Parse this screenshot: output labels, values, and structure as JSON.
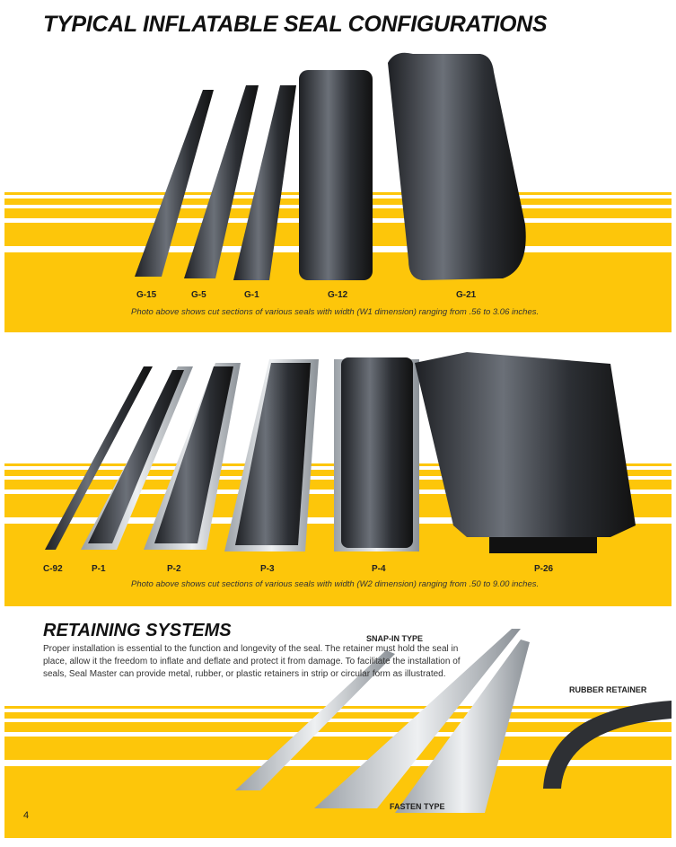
{
  "title": "TYPICAL INFLATABLE SEAL CONFIGURATIONS",
  "section_g": {
    "labels": [
      "G-15",
      "G-5",
      "G-1",
      "G-12",
      "G-21"
    ],
    "caption": "Photo above shows cut sections of various seals with width (W1 dimension) ranging from .56 to 3.06 inches."
  },
  "section_p": {
    "labels": [
      "C-92",
      "P-1",
      "P-2",
      "P-3",
      "P-4",
      "P-26"
    ],
    "caption": "Photo above shows cut sections of various seals with width (W2 dimension) ranging from .50 to 9.00 inches."
  },
  "retaining": {
    "heading": "RETAINING SYSTEMS",
    "body": "Proper installation is essential to the function and longevity of the seal. The retainer must hold the seal in place, allow it the freedom to inflate and deflate and protect it from damage. To facilitate the installation of seals, Seal Master can provide metal, rubber, or plastic retainers in strip or circular form as illustrated.",
    "snap_in": "SNAP-IN TYPE",
    "fasten": "FASTEN TYPE",
    "rubber": "RUBBER RETAINER"
  },
  "page_number": "4",
  "colors": {
    "accent": "#FDC60A",
    "seal": "#3a3d42",
    "retainer": "#c9ccd0"
  }
}
